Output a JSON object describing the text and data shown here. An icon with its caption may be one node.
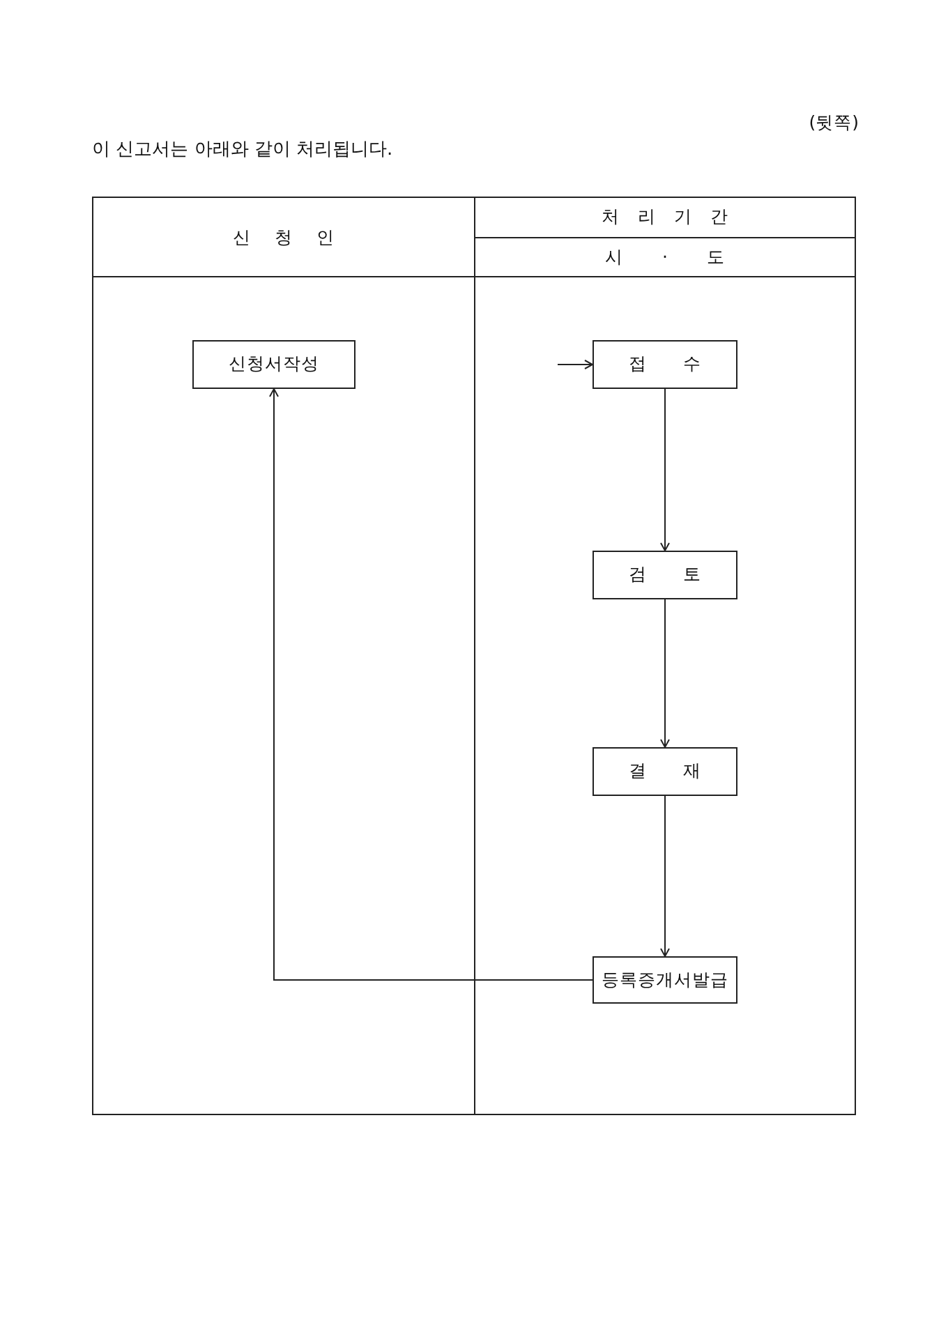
{
  "diagram": {
    "title": "이 신고서는 아래와 같이 처리됩니다.",
    "labels": [
      "(뒷쪽)"
    ],
    "nodes": [
      {
        "text": [
          "신 청 인"
        ]
      },
      {
        "text": [
          "처 리 기 간",
          "시 · 도"
        ]
      },
      {
        "text": [
          "신청서작성"
        ],
        "in": 0
      },
      {
        "text": [
          "접 수"
        ],
        "in": 1
      },
      {
        "text": [
          "검 토"
        ],
        "in": 1
      },
      {
        "text": [
          "결 재"
        ],
        "in": 1
      },
      {
        "text": [
          "등록증개서발급"
        ],
        "in": 1
      }
    ],
    "edges": [
      {
        "from": null,
        "to": 3,
        "arrow": "to"
      },
      {
        "from": 3,
        "to": 4,
        "arrow": "to"
      },
      {
        "from": 4,
        "to": 5,
        "arrow": "to"
      },
      {
        "from": 5,
        "to": 6,
        "arrow": "to"
      },
      {
        "from": 6,
        "to": 2,
        "arrow": "to"
      }
    ]
  }
}
